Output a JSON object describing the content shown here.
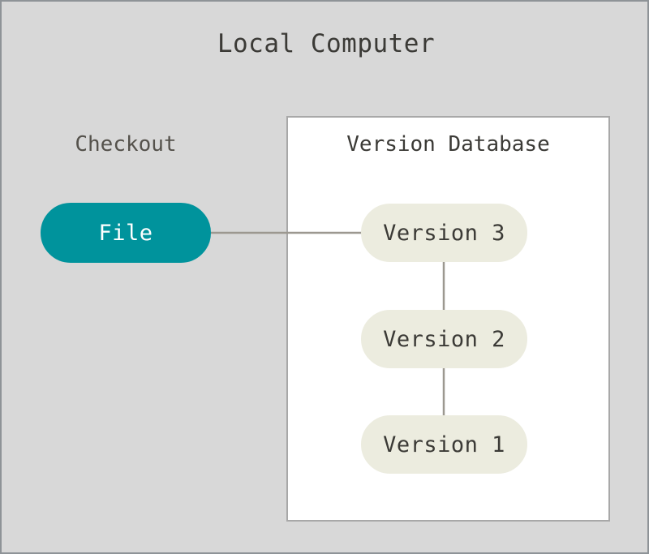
{
  "diagram": {
    "type": "flowchart",
    "outer_container": {
      "title": "Local Computer",
      "background_color": "#d8d8d8",
      "border_color": "#8e9397"
    },
    "labels": {
      "checkout": "Checkout"
    },
    "subgraph": {
      "title": "Version Database",
      "background_color": "#ffffff",
      "border_color": "#a8a8a8"
    },
    "nodes": [
      {
        "id": "file",
        "label": "File",
        "shape": "stadium",
        "fill_color": "#00939c",
        "text_color": "#ffffff",
        "group": "checkout"
      },
      {
        "id": "version-3",
        "label": "Version 3",
        "shape": "stadium",
        "fill_color": "#ececdf",
        "text_color": "#3b3a36",
        "group": "version-database"
      },
      {
        "id": "version-2",
        "label": "Version 2",
        "shape": "stadium",
        "fill_color": "#ececdf",
        "text_color": "#3b3a36",
        "group": "version-database"
      },
      {
        "id": "version-1",
        "label": "Version 1",
        "shape": "stadium",
        "fill_color": "#ececdf",
        "text_color": "#3b3a36",
        "group": "version-database"
      }
    ],
    "edges": [
      {
        "from": "file",
        "to": "version-3",
        "label": "",
        "style": "solid",
        "color": "#9c9890"
      },
      {
        "from": "version-3",
        "to": "version-2",
        "label": "",
        "style": "solid",
        "color": "#9c9890"
      },
      {
        "from": "version-2",
        "to": "version-1",
        "label": "",
        "style": "solid",
        "color": "#9c9890"
      }
    ]
  }
}
